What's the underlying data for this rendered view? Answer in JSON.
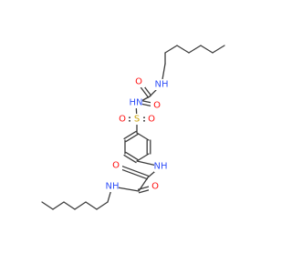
{
  "colors": {
    "bond": "#3b3b3b",
    "O": "#ff0d0d",
    "N": "#3050f8",
    "S": "#c8a000"
  },
  "atoms": [
    {
      "id": "nh_top",
      "text": "NH",
      "el": "N"
    },
    {
      "id": "o_top1",
      "text": "O",
      "el": "O"
    },
    {
      "id": "o_top2",
      "text": "O",
      "el": "O"
    },
    {
      "id": "hn_mid",
      "text": "HN",
      "el": "N"
    },
    {
      "id": "s",
      "text": "S",
      "el": "S"
    },
    {
      "id": "o_s_left",
      "text": "O",
      "el": "O"
    },
    {
      "id": "o_s_right",
      "text": "O",
      "el": "O"
    },
    {
      "id": "nh_aryl",
      "text": "NH",
      "el": "N"
    },
    {
      "id": "o_bot1",
      "text": "O",
      "el": "O"
    },
    {
      "id": "o_bot2",
      "text": "O",
      "el": "O"
    },
    {
      "id": "nh_bot",
      "text": "NH",
      "el": "N"
    }
  ]
}
